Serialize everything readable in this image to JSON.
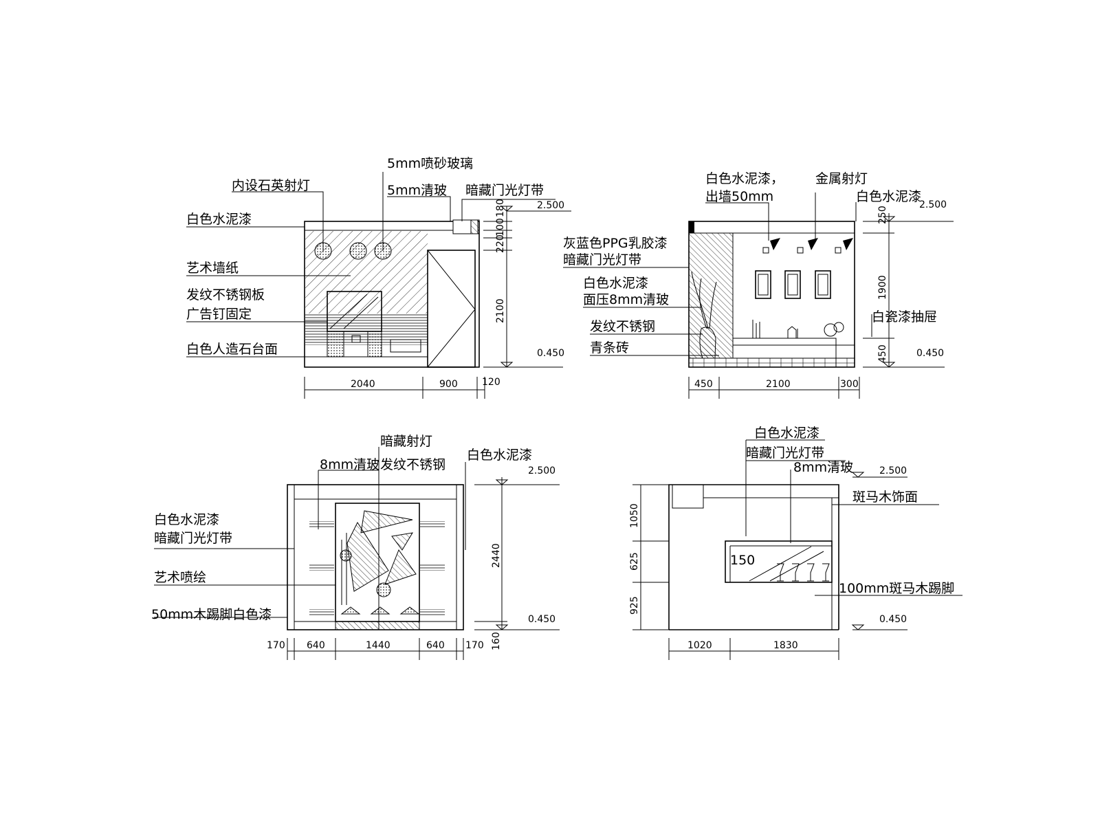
{
  "e1": {
    "labels": [
      "5mm喷砂玻璃",
      "内设石英射灯",
      "5mm清玻",
      "暗藏门光灯带",
      "白色水泥漆",
      "艺术墙纸",
      "发纹不锈钢板",
      "广告钉固定",
      "白色人造石台面"
    ],
    "elev": [
      "2.500",
      "0.450"
    ],
    "vdims": [
      "180",
      "100",
      "220",
      "2100"
    ],
    "hdims": [
      "2040",
      "900",
      "120"
    ]
  },
  "e2": {
    "labels": [
      "白色水泥漆，",
      "出墙50mm",
      "金属射灯",
      "白色水泥漆",
      "灰蓝色PPG乳胶漆",
      "暗藏门光灯带",
      "白色水泥漆",
      "面压8mm清玻",
      "发纹不锈钢",
      "青条砖",
      "白瓷漆抽屉"
    ],
    "elev": [
      "2.500",
      "0.450"
    ],
    "vdims": [
      "250",
      "1900",
      "450"
    ],
    "hdims": [
      "450",
      "2100",
      "300"
    ]
  },
  "e3": {
    "labels": [
      "暗藏射灯",
      "8mm清玻",
      "发纹不锈钢",
      "白色水泥漆",
      "白色水泥漆",
      "暗藏门光灯带",
      "艺术喷绘",
      "50mm木踢脚白色漆"
    ],
    "elev": [
      "2.500",
      "0.450"
    ],
    "vdims": [
      "2440",
      "160"
    ],
    "hdims": [
      "170",
      "640",
      "1440",
      "640",
      "170"
    ]
  },
  "e4": {
    "labels": [
      "白色水泥漆",
      "暗藏门光灯带",
      "8mm清玻",
      "斑马木饰面",
      "150",
      "100mm斑马木踢脚"
    ],
    "elev": [
      "2.500",
      "0.450"
    ],
    "vdims": [
      "1050",
      "625",
      "925"
    ],
    "hdims": [
      "1020",
      "1830"
    ]
  }
}
